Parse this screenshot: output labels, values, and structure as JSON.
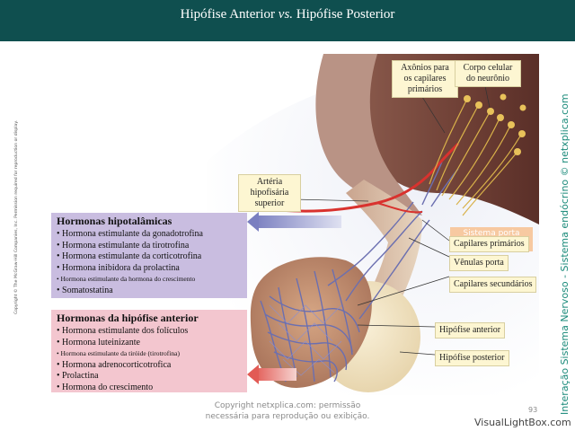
{
  "header": {
    "title_before": "Hipófise Anterior ",
    "title_vs": "vs.",
    "title_after": " Hipófise Posterior"
  },
  "labels": {
    "axons": "Axônios para os capilares primários",
    "cell_body": "Corpo celular do neurônio",
    "artery": "Artéria hipofisária superior",
    "portal_system": "Sistema porta hipofisário",
    "primary_capillaries": "Capilares primários",
    "portal_venules": "Vênulas porta",
    "secondary_capillaries": "Capilares secundários",
    "anterior_pituitary": "Hipófise anterior",
    "posterior_pituitary": "Hipófise posterior"
  },
  "hypothalamic_box": {
    "title": "Hormonas hipotalâmicas",
    "items": [
      "• Hormona estimulante da gonadotrofina",
      "• Hormona estimulante da tirotrofina",
      "• Hormona estimulante da corticotrofina",
      "• Hormona inibidora da prolactina",
      "• Hormona estimulante da hormona do crescimento",
      "• Somatostatina"
    ]
  },
  "anterior_box": {
    "title": "Hormonas da hipófise anterior",
    "items": [
      "• Hormona estimulante dos folículos",
      "• Hormona luteinizante",
      "• Hormona estimulante da tiróide (tirotrofina)",
      "• Hormona adrenocorticotrofica",
      "• Prolactina",
      "• Hormona do crescimento"
    ]
  },
  "side_texts": {
    "left_copyright": "Copyright © The McGraw-Hill Companies, Inc. Permission required for reproduction or display.",
    "right_vertical": "Interação Sistema Nervoso - Sistema endócrino © netxplica.com"
  },
  "footer": {
    "copyright_line1": "Copyright netxplica.com: permissão",
    "copyright_line2": "necessária para reprodução ou exibição.",
    "page_number": "93",
    "watermark": "VisualLightBox.com"
  },
  "colors": {
    "header_bg": "#0f4f4f",
    "hypo_box": "#c9bde0",
    "anterior_box": "#f3c6cf",
    "label_bg": "#fdf6d2",
    "portal_box": "#f7c9a1",
    "artery": "#d9322e",
    "vessels": "#6b6fb0",
    "neurons": "#d9b24a",
    "vertical_text": "#1a8a7a"
  }
}
